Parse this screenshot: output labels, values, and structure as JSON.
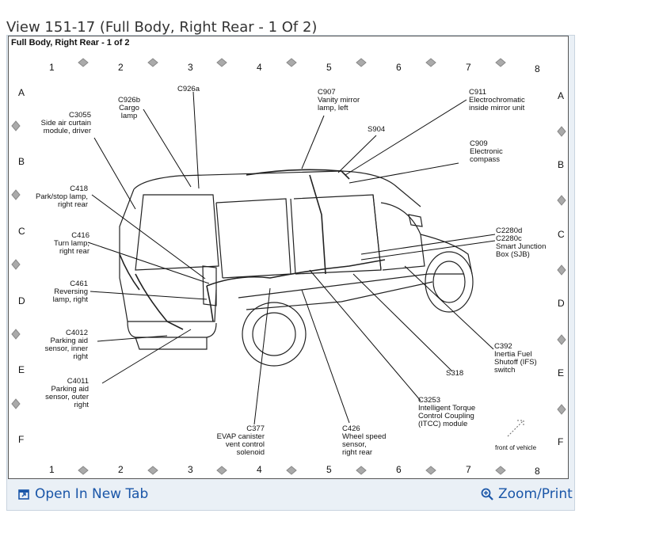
{
  "view_title": "View 151-17 (Full Body, Right Rear - 1 Of 2)",
  "diagram": {
    "title": "Full Body, Right Rear - 1 of 2",
    "columns": [
      "1",
      "2",
      "3",
      "4",
      "5",
      "6",
      "7",
      "8"
    ],
    "rows": [
      "A",
      "B",
      "C",
      "D",
      "E",
      "F"
    ],
    "front_of_vehicle": "front of vehicle",
    "callouts": [
      {
        "id": "c3055",
        "lines": [
          "C3055",
          "Side air curtain",
          "module, driver"
        ]
      },
      {
        "id": "c418",
        "lines": [
          "C418",
          "Park/stop lamp,",
          "right rear"
        ]
      },
      {
        "id": "c416",
        "lines": [
          "C416",
          "Turn lamp,",
          "right rear"
        ]
      },
      {
        "id": "c461",
        "lines": [
          "C461",
          "Reversing",
          "lamp, right"
        ]
      },
      {
        "id": "c4012",
        "lines": [
          "C4012",
          "Parking aid",
          "sensor, inner",
          "right"
        ]
      },
      {
        "id": "c4011",
        "lines": [
          "C4011",
          "Parking aid",
          "sensor, outer",
          "right"
        ]
      },
      {
        "id": "c926b",
        "lines": [
          "C926b",
          "Cargo",
          "lamp"
        ]
      },
      {
        "id": "c926a",
        "lines": [
          "C926a"
        ]
      },
      {
        "id": "c907",
        "lines": [
          "C907",
          "Vanity mirror",
          "lamp, left"
        ]
      },
      {
        "id": "s904",
        "lines": [
          "S904"
        ]
      },
      {
        "id": "c911",
        "lines": [
          "C911",
          "Electrochromatic",
          "inside mirror unit"
        ]
      },
      {
        "id": "c909",
        "lines": [
          "C909",
          "Electronic",
          "compass"
        ]
      },
      {
        "id": "c2280",
        "lines": [
          "C2280d",
          "C2280c",
          "Smart Junction",
          "Box (SJB)"
        ]
      },
      {
        "id": "c392",
        "lines": [
          "C392",
          "Inertia Fuel",
          "Shutoff (IFS)",
          "switch"
        ]
      },
      {
        "id": "s318",
        "lines": [
          "S318"
        ]
      },
      {
        "id": "c3253",
        "lines": [
          "C3253",
          "Intelligent Torque",
          "Control Coupling",
          "(ITCC) module"
        ]
      },
      {
        "id": "c426",
        "lines": [
          "C426",
          "Wheel speed",
          "sensor,",
          "right rear"
        ]
      },
      {
        "id": "c377",
        "lines": [
          "C377",
          "EVAP canister",
          "vent control",
          "solenoid"
        ]
      }
    ]
  },
  "footer": {
    "open_tab_label": "Open In New Tab",
    "zoom_label": "Zoom/Print",
    "link_color": "#1a56a8"
  }
}
